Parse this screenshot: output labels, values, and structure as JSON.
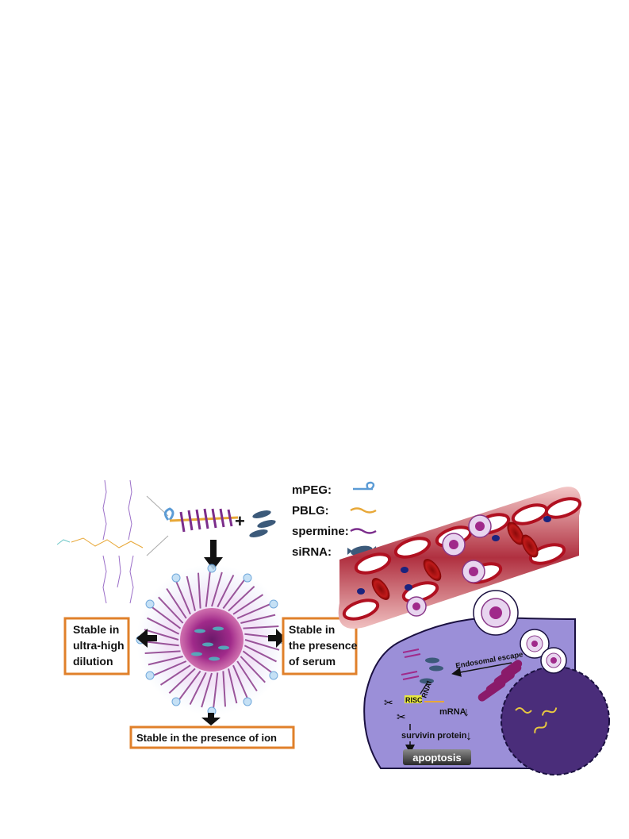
{
  "legend": {
    "items": [
      {
        "label": "mPEG:",
        "color": "#5b9bd5"
      },
      {
        "label": "PBLG:",
        "color": "#e8a838"
      },
      {
        "label": "spermine:",
        "color": "#7b2d8b"
      },
      {
        "label": "siRNA:",
        "color": "#3c5a7a"
      }
    ]
  },
  "plus_sign": "+",
  "stability_boxes": {
    "dilution": {
      "line1": "Stable in",
      "line2": "ultra-high",
      "line3": "dilution"
    },
    "serum": {
      "line1": "Stable in",
      "line2": "the presence",
      "line3": "of serum"
    },
    "ion": {
      "text": "Stable in the presence of ion"
    }
  },
  "cell": {
    "endosomal_escape": "Endosomal escape",
    "risc": "RISC",
    "rnai": "RNAi",
    "mrna": "mRNA",
    "survivin": "survivin protein",
    "apoptosis": "apoptosis",
    "down_arrow": "↓"
  },
  "colors": {
    "box_border": "#e0802a",
    "vessel": "#c0392b",
    "cell": "#9b8fd8",
    "nucleus": "#4a2d7a"
  }
}
